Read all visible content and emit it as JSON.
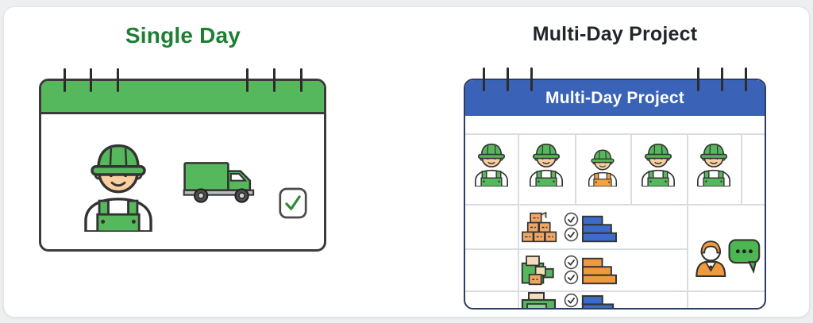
{
  "page": {
    "background_color": "#edeff1",
    "card_color": "#ffffff"
  },
  "colors": {
    "page-bg": "#edeff1",
    "card": "#ffffff",
    "green": "#56b85c",
    "green-title": "#1e7e34",
    "check-green": "#2e8b3c",
    "blue-header": "#3a63b8",
    "blue-bar": "#3b6cc9",
    "orange": "#f09a3f",
    "box-orange": "#f0a765",
    "tan": "#f3dcb8",
    "skin": "#f8cfa0",
    "outline": "#333333",
    "navy": "#2e3d63",
    "grid-line": "#d9dde3",
    "title-dark": "#22262b",
    "bubble-green": "#4cb653"
  },
  "left_panel": {
    "title": "Single Day",
    "calendar": {
      "binding_pegs": 6,
      "icons": [
        "construction-worker",
        "box-truck",
        "checked-checkbox"
      ]
    }
  },
  "right_panel": {
    "title": "Multi-Day Project",
    "calendar": {
      "header_label": "Multi-Day Project",
      "binding_pegs": 6,
      "crew_row_workers": 5,
      "crew_row_variant_worker_index": 3,
      "task_rows": [
        {
          "icon": "stacked-boxes",
          "checkmarks": 2,
          "bar_chart_color": "blue"
        },
        {
          "icon": "pallet-boxes",
          "checkmarks": 2,
          "bar_chart_color": "orange"
        },
        {
          "icon": "storage-box",
          "checkmarks": 1,
          "bar_chart_color": "blue"
        }
      ],
      "supervisor_cell": {
        "icons": [
          "supervisor-person",
          "chat-bubble"
        ],
        "chat_dots": 3
      }
    }
  }
}
